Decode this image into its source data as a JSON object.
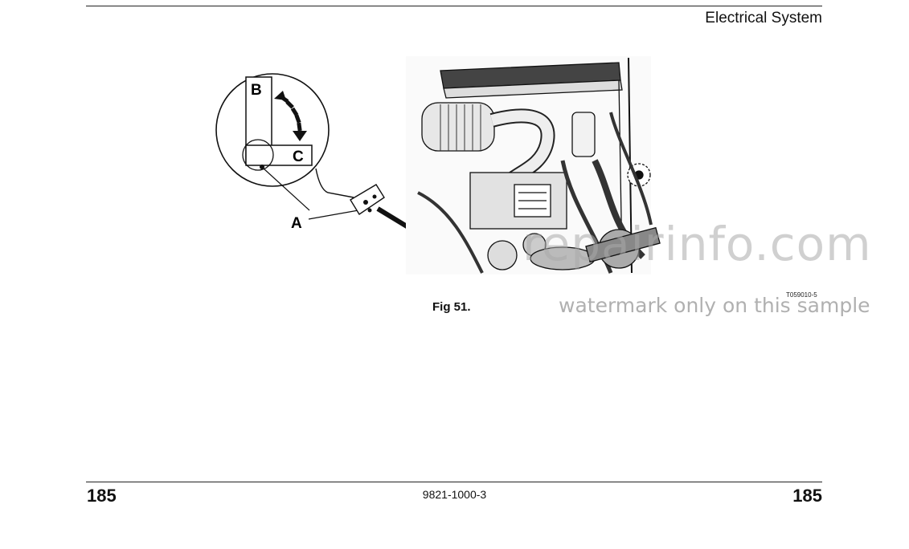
{
  "header": {
    "section_title": "Electrical System"
  },
  "figure": {
    "caption": "Fig 51.",
    "reference_code": "T059010-5",
    "labels": {
      "a": "A",
      "b": "B",
      "c": "C"
    }
  },
  "footer": {
    "page_left": "185",
    "doc_code": "9821-1000-3",
    "page_right": "185"
  },
  "watermark": {
    "site": "repairinfo.com",
    "note": "watermark only on this sample"
  }
}
